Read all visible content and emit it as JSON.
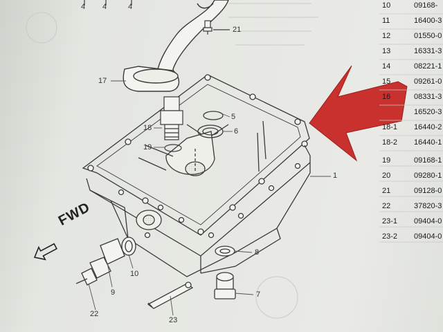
{
  "callouts": {
    "c4a": "4",
    "c4b": "4",
    "c4c": "4",
    "c21": "21",
    "c17": "17",
    "c5": "5",
    "c6": "6",
    "c18": "18",
    "c19": "19",
    "c1": "1",
    "c10": "10",
    "c9": "9",
    "c22": "22",
    "c8": "8",
    "c7": "7",
    "c23": "23"
  },
  "fwd_label": "FWD",
  "parts_list": [
    {
      "ref": "10",
      "part": "09168-"
    },
    {
      "ref": "11",
      "part": "16400-3"
    },
    {
      "ref": "12",
      "part": "01550-0"
    },
    {
      "ref": "13",
      "part": "16331-3"
    },
    {
      "ref": "14",
      "part": "08221-1"
    },
    {
      "ref": "15",
      "part": "09261-0"
    },
    {
      "ref": "16",
      "part": "08331-3"
    },
    {
      "ref": "",
      "part": "16520-3"
    },
    {
      "ref": "18-1",
      "part": "16440-2"
    },
    {
      "ref": "18-2",
      "part": "16440-1"
    },
    {
      "ref": "19",
      "part": "09168-1"
    },
    {
      "ref": "20",
      "part": "09280-1"
    },
    {
      "ref": "21",
      "part": "09128-0"
    },
    {
      "ref": "22",
      "part": "37820-3"
    },
    {
      "ref": "23-1",
      "part": "09404-0"
    },
    {
      "ref": "23-2",
      "part": "09404-0"
    }
  ],
  "colors": {
    "paper": "#e6e7e2",
    "ink": "#3a3a3a",
    "arrow_red": "#c8312e"
  }
}
